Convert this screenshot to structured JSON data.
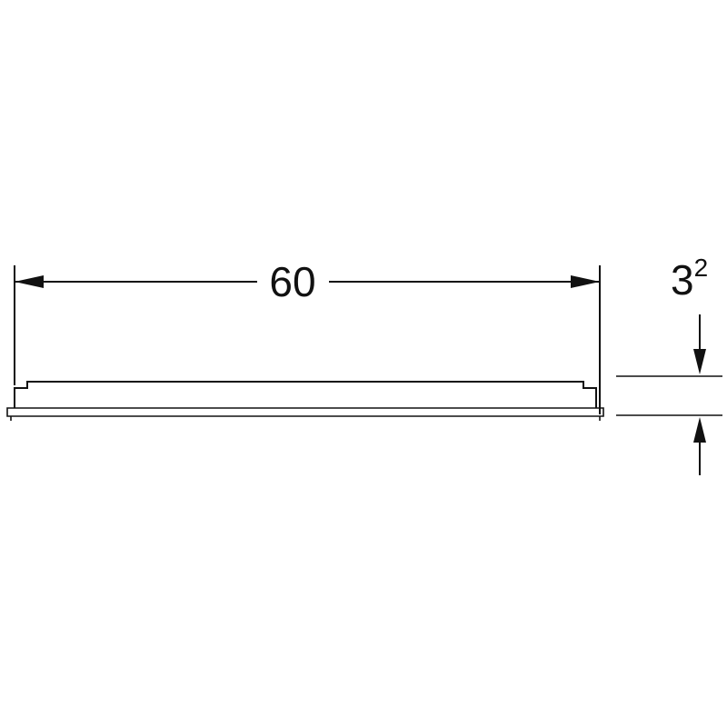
{
  "drawing": {
    "type": "technical-dimension-drawing",
    "description": "Top/section view of a long flat profile (mirror element) with width and depth dimensions",
    "width_dimension": "60",
    "depth_dimension": "3",
    "depth_superscript": "2"
  },
  "colors": {
    "line": "#111111",
    "background": "#ffffff"
  }
}
